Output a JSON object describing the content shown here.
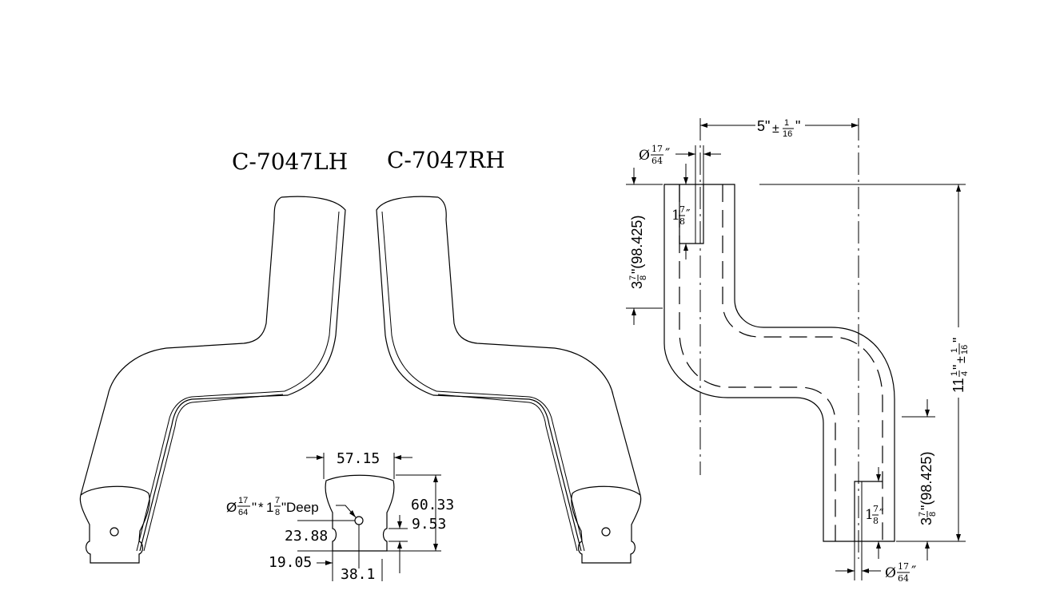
{
  "views": {
    "left_hand": {
      "model_label": "C-7047LH"
    },
    "right_hand": {
      "model_label": "C-7047RH"
    }
  },
  "profile_section": {
    "width_top": "57.15",
    "height_total": "60.33",
    "hole_note": {
      "diameter_symbol": "Ø",
      "diameter_num": "17",
      "diameter_den": "64",
      "inch_mark": "\"",
      "times": "*",
      "depth_whole": "1",
      "depth_num": "7",
      "depth_den": "8",
      "deep_suffix": "\"Deep"
    },
    "hole_height": "23.88",
    "recess_height": "9.53",
    "base_step": "19.05",
    "base_width": "38.1"
  },
  "plan_view": {
    "offset": {
      "value": "5\"",
      "pm": "±",
      "tol_num": "1",
      "tol_den": "16",
      "suffix": "\""
    },
    "top_hole_dia": {
      "symbol": "Ø",
      "num": "17",
      "den": "64",
      "unit": "″"
    },
    "top_hole_depth": {
      "whole": "1",
      "num": "7",
      "den": "8",
      "unit": "″"
    },
    "top_leg_length": {
      "whole": "3",
      "num": "7",
      "den": "8",
      "text": "\"(98.425)"
    },
    "overall_height": {
      "whole": "11",
      "num": "1",
      "den": "4",
      "unit": "\"",
      "pm": "±",
      "tol_num": "1",
      "tol_den": "16",
      "tol_unit": "\""
    },
    "bottom_leg_length": {
      "whole": "3",
      "num": "7",
      "den": "8",
      "text": "\"(98.425)"
    },
    "bottom_hole_depth": {
      "whole": "1",
      "num": "7",
      "den": "8",
      "unit": "″"
    },
    "bottom_hole_dia": {
      "symbol": "Ø",
      "num": "17",
      "den": "64",
      "unit": "″"
    }
  }
}
